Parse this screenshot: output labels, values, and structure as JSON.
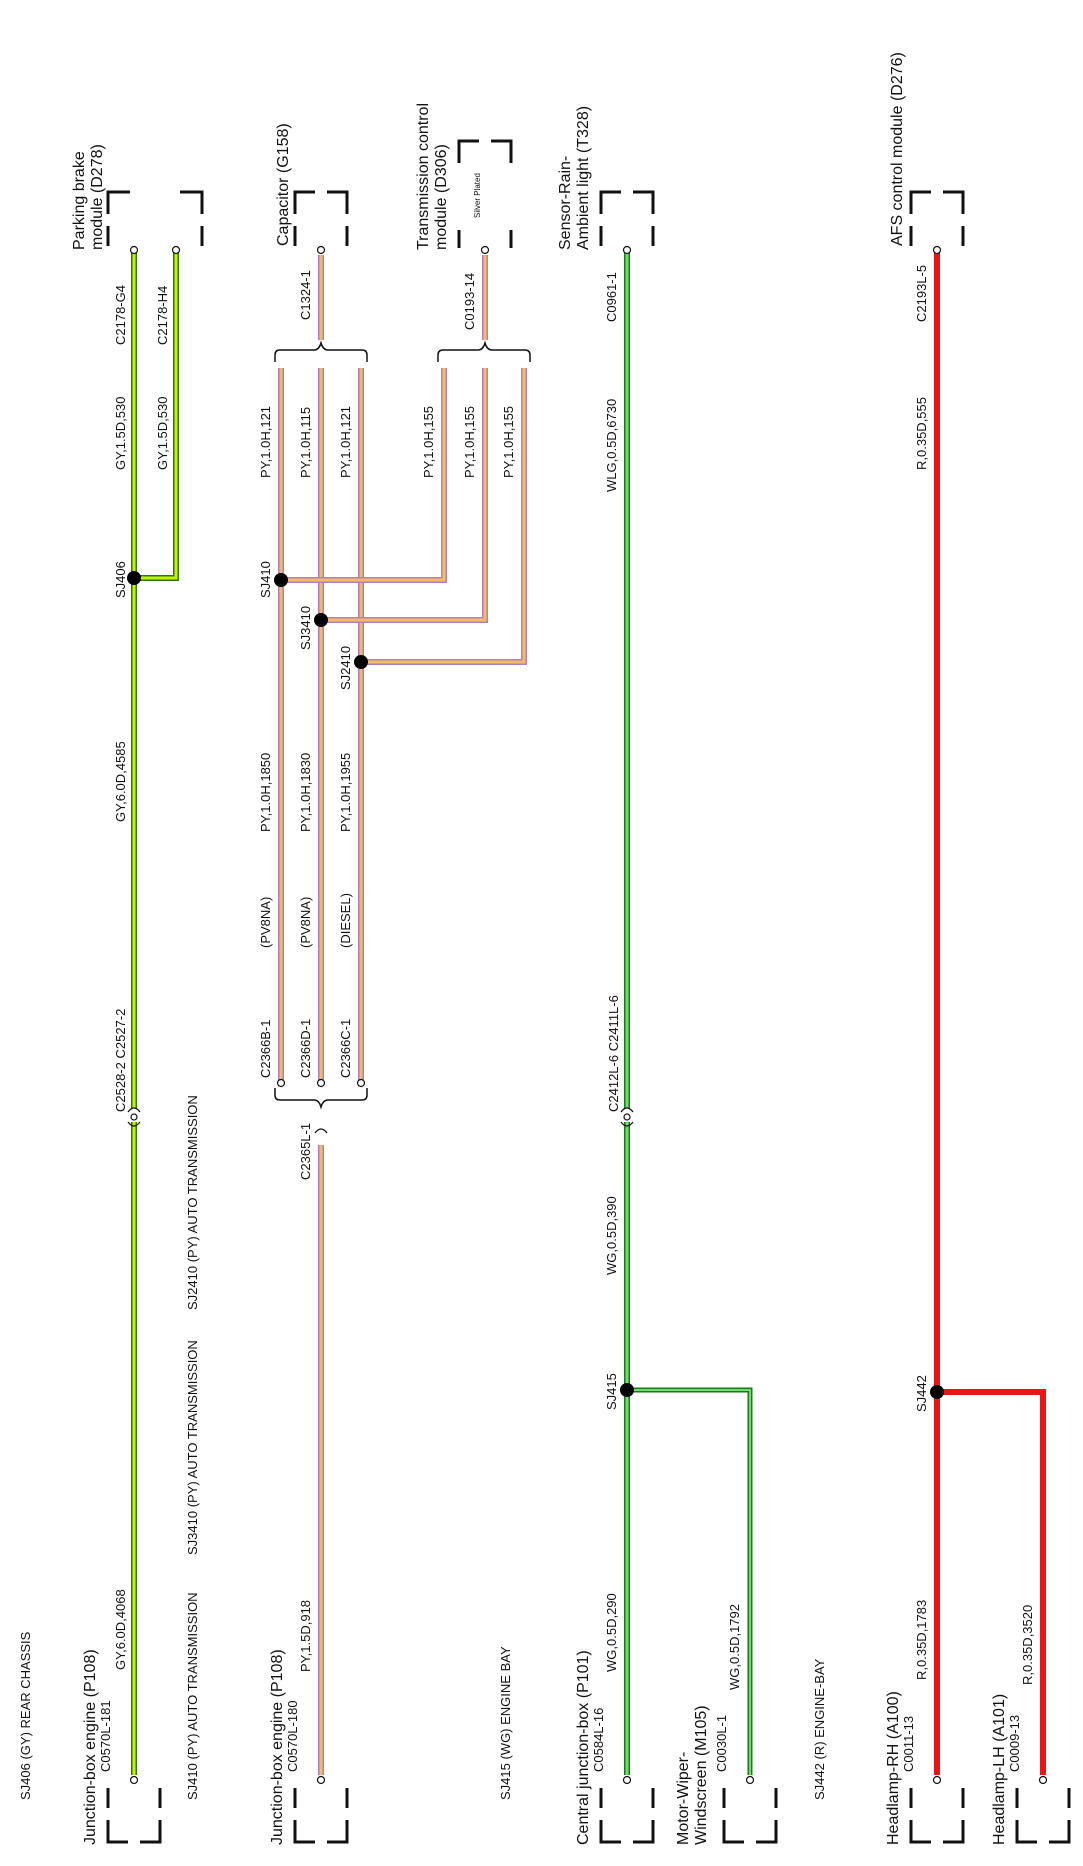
{
  "sections": {
    "gy": "SJ406 (GY) REAR CHASSIS",
    "py1": "SJ410 (PY) AUTO TRANSMISSION",
    "py2": "SJ3410 (PY) AUTO TRANSMISSION",
    "py3": "SJ2410 (PY) AUTO TRANSMISSION",
    "wg": "SJ415 (WG) ENGINE BAY",
    "r": "SJ442 (R) ENGINE-BAY"
  },
  "modules": {
    "parking_brake": "Parking brake module (D278)",
    "capacitor": "Capacitor (G158)",
    "tcm": "Transmission control module (D306)",
    "tcm_note": "Silver Plated",
    "rain_sensor": "Sensor-Rain-Ambient light (T328)",
    "afs": "AFS control module (D276)",
    "jb_engine_1": "Junction-box engine (P108)",
    "jb_engine_2": "Junction-box engine (P108)",
    "central_jb": "Central junction-box (P101)",
    "wiper": "Motor-Wiper-Windscreen (M105)",
    "headlamp_rh": "Headlamp-RH (A100)",
    "headlamp_lh": "Headlamp-LH (A101)"
  },
  "connectors": {
    "c2178_g4": "C2178-G4",
    "c2178_h4": "C2178-H4",
    "c1324_1": "C1324-1",
    "c0193_14": "C0193-14",
    "c0961_1": "C0961-1",
    "c2193l_5": "C2193L-5",
    "c2528_2": "C2528-2 C2527-2",
    "c2366b_1": "C2366B-1",
    "c2366d_1": "C2366D-1",
    "c2366c_1": "C2366C-1",
    "c2365l_1": "C2365L-1",
    "c2412l_6": "C2412L-6 C2411L-6",
    "c0570l_181": "C0570L-181",
    "c0570l_180": "C0570L-180",
    "c0584l_16": "C0584L-16",
    "c0030l_1": "C0030L-1",
    "c0011_13": "C0011-13",
    "c0009_13": "C0009-13"
  },
  "splices": {
    "sj406": "SJ406",
    "sj410": "SJ410",
    "sj3410": "SJ3410",
    "sj2410": "SJ2410",
    "sj415": "SJ415",
    "sj442": "SJ442"
  },
  "wires": {
    "gy_a": "GY,1.5D,530",
    "gy_b": "GY,1.5D,530",
    "gy_c": "GY,6.0D,4585",
    "gy_d": "GY,6.0D,4068",
    "py_a": "PY,1.0H,121",
    "py_b": "PY,1.0H,115",
    "py_c": "PY,1.0H,121",
    "py_d": "PY,1.0H,155",
    "py_e": "PY,1.0H,155",
    "py_f": "PY,1.0H,155",
    "py_g": "PY,1.0H,1850",
    "py_h": "PY,1.0H,1830",
    "py_i": "PY,1.0H,1955",
    "py_j": "PY,1.5D,918",
    "opt_a": "(PV8NA)",
    "opt_b": "(PV8NA)",
    "opt_c": "(DIESEL)",
    "wlg": "WLG,0.5D,6730",
    "wg_a": "WG,0.5D,390",
    "wg_b": "WG,0.5D,290",
    "wg_c": "WG,0.5D,1792",
    "r_a": "R,0.35D,555",
    "r_b": "R,0.35D,1783",
    "r_c": "R,0.35D,3520"
  },
  "colors": {
    "gy": "#9bd400",
    "py": "#f2be5c",
    "wg": "#25a525",
    "r": "#e81616",
    "purple": "#b47cc8"
  }
}
